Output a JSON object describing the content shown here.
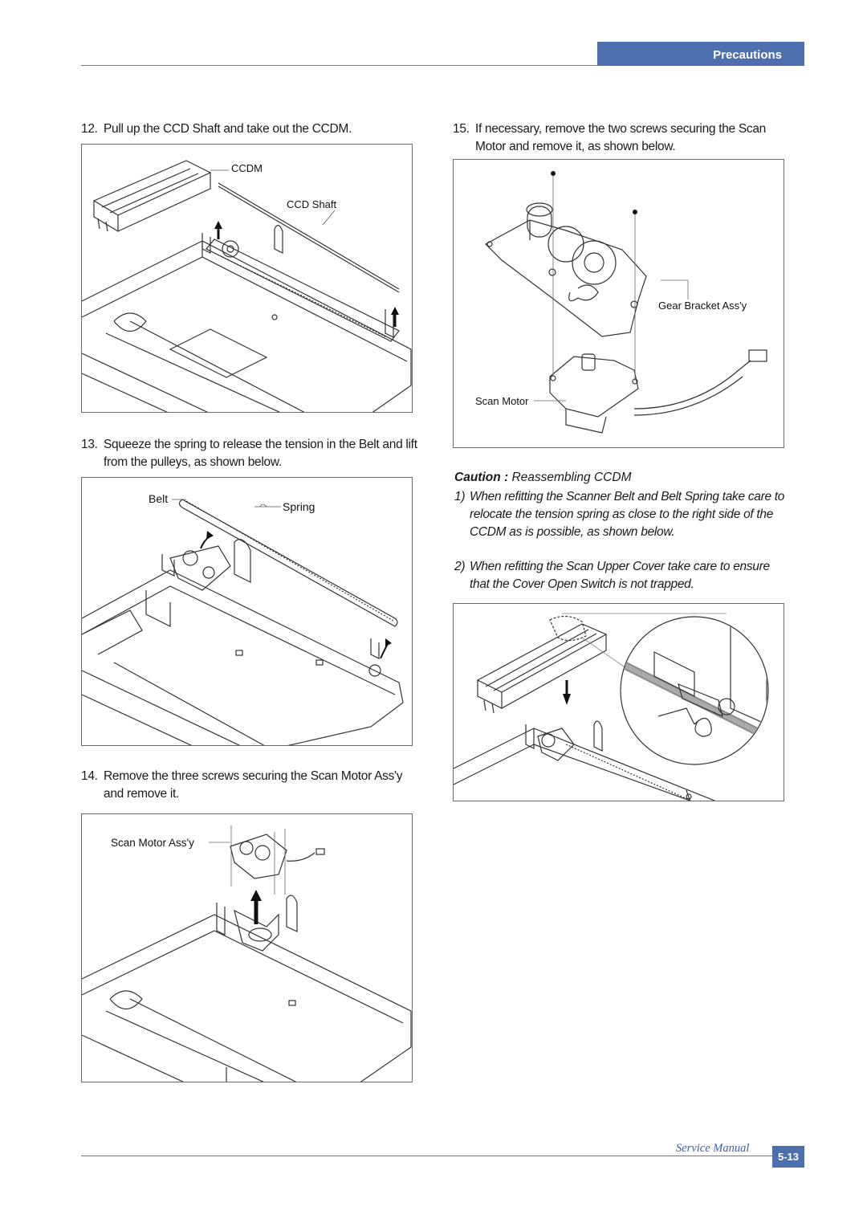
{
  "header": {
    "section_tab": "Precautions"
  },
  "steps": [
    {
      "num": "12.",
      "text": "Pull up the CCD Shaft and take out the CCDM."
    },
    {
      "num": "13.",
      "text": "Squeeze the spring to release the tension in the Belt and lift from the pulleys, as shown below."
    },
    {
      "num": "14.",
      "text": "Remove the three screws securing the Scan Motor Ass'y and remove it."
    },
    {
      "num": "15.",
      "text": "If necessary, remove the two screws securing the Scan Motor and remove it, as shown below."
    }
  ],
  "figures": {
    "fig12": {
      "labels": [
        "CCDM",
        "CCD Shaft"
      ]
    },
    "fig13": {
      "labels": [
        "Belt",
        "Spring"
      ]
    },
    "fig14": {
      "labels": [
        "Scan Motor Ass'y"
      ]
    },
    "fig15": {
      "labels": [
        "Gear Bracket Ass'y",
        "Scan Motor"
      ]
    }
  },
  "caution": {
    "title_bold": "Caution :",
    "title_rest": " Reassembling CCDM",
    "items": [
      {
        "num": "1)",
        "text": "When refitting the Scanner Belt and Belt Spring take care to relocate the tension spring as close to the right side of the CCDM as is possible, as shown below."
      },
      {
        "num": "2)",
        "text": "When refitting the Scan Upper Cover take care to ensure that the Cover Open Switch is not trapped."
      }
    ]
  },
  "footer": {
    "label": "Service Manual",
    "page": "5-13"
  }
}
